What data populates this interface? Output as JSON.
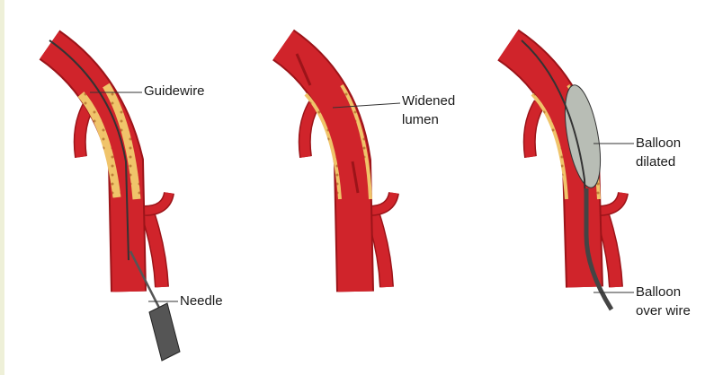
{
  "panels": [
    {
      "labels": {
        "guidewire": "Guidewire",
        "needle": "Needle"
      }
    },
    {
      "labels": {
        "widened_line1": "Widened",
        "widened_line2": "lumen"
      }
    },
    {
      "labels": {
        "balloon_dilated_line1": "Balloon",
        "balloon_dilated_line2": "dilated",
        "balloon_wire_line1": "Balloon",
        "balloon_wire_line2": "over wire"
      }
    }
  ],
  "colors": {
    "vessel": "#d0242b",
    "vessel_dark": "#9c1419",
    "plaque": "#f0c46a",
    "balloon": "#b8bdb5",
    "border": "#eef0d8"
  }
}
